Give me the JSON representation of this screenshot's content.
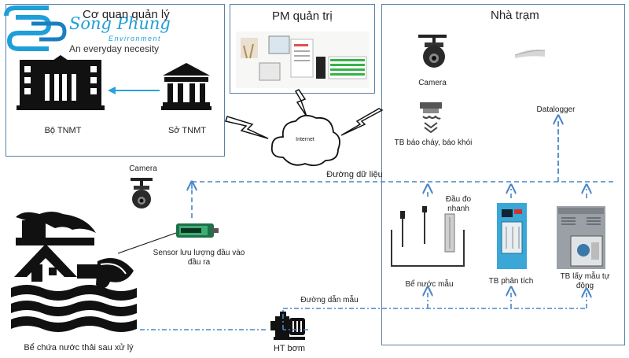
{
  "logo": {
    "brand": "Song Phung",
    "subtitle": "Environment",
    "tagline": "An everyday necesity"
  },
  "management": {
    "title": "Cơ quan quản lý",
    "ministry_label": "Bộ TNMT",
    "department_label": "Sở TNMT"
  },
  "admin_software": {
    "title": "PM quản trị"
  },
  "internet_label": "Internet",
  "station": {
    "title": "Nhà trạm",
    "camera_label": "Camera",
    "datalogger_label": "Datalogger",
    "fire_alarm_label": "TB báo cháy, báo khói",
    "probe_label": "Đầu đo nhanh",
    "sample_tank_label": "Bể nước mẫu",
    "analyzer_label": "TB phân tích",
    "sampler_label": "TB lấy mẫu tự động"
  },
  "plant": {
    "camera_label": "Camera",
    "flow_sensor_label": "Sensor lưu lượng đầu vào đầu ra",
    "tank_label": "Bể chứa nước thải sau xử lý",
    "pump_label": "HT bơm"
  },
  "lines": {
    "data_line_label": "Đường dữ liệu",
    "sample_line_label": "Đường dẫn mẫu"
  },
  "colors": {
    "box_border": "#5b7fa6",
    "data_line": "#4a86c8",
    "sample_line": "#4a86c8",
    "brand_blue": "#1e9fd8",
    "arrow_blue": "#2aa0e0"
  }
}
